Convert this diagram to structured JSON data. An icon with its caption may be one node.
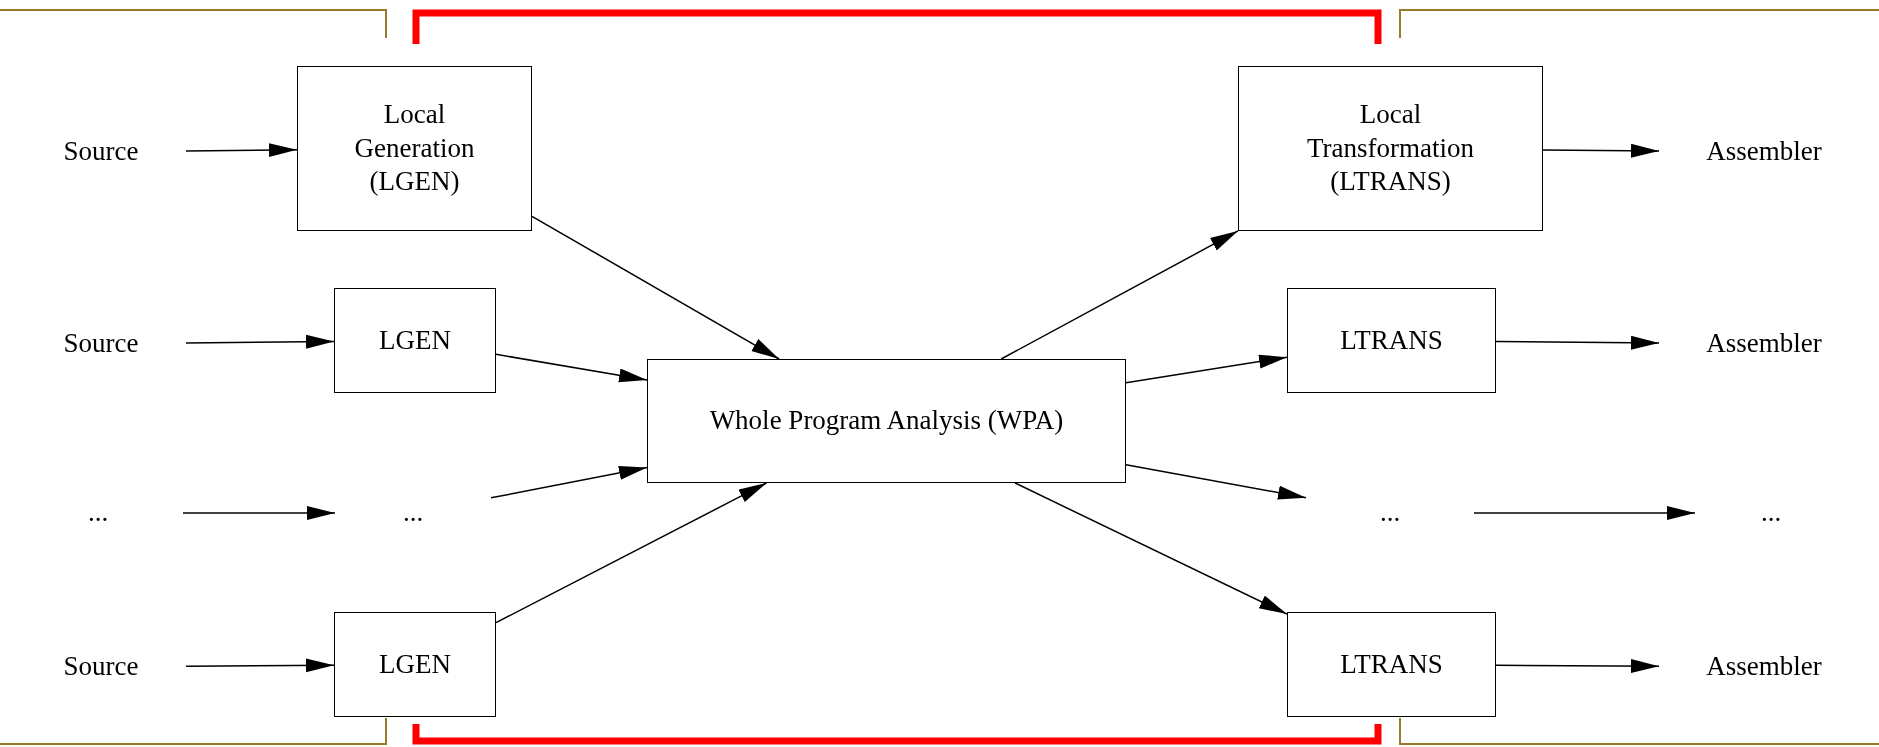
{
  "diagram": {
    "nodes": [
      {
        "text": [
          "Source"
        ]
      },
      {
        "text": [
          "Local Generation (LGEN)"
        ]
      },
      {
        "text": [
          "Local Transformation (LTRANS)"
        ]
      },
      {
        "text": [
          "Assembler"
        ]
      },
      {
        "text": [
          "Source"
        ]
      },
      {
        "text": [
          "LGEN"
        ]
      },
      {
        "text": [
          "Whole Program Analysis (WPA)"
        ]
      },
      {
        "text": [
          "LTRANS"
        ]
      },
      {
        "text": [
          "Assembler"
        ]
      },
      {
        "text": [
          "..."
        ]
      },
      {
        "text": [
          "..."
        ]
      },
      {
        "text": [
          "..."
        ]
      },
      {
        "text": [
          "..."
        ]
      },
      {
        "text": [
          "Source"
        ]
      },
      {
        "text": [
          "LGEN"
        ]
      },
      {
        "text": [
          "LTRANS"
        ]
      },
      {
        "text": [
          "Assembler"
        ]
      }
    ],
    "edges": [
      {
        "from": 0,
        "to": 1,
        "arrow": "to"
      },
      {
        "from": 1,
        "to": 6,
        "arrow": "to"
      },
      {
        "from": 6,
        "to": 2,
        "arrow": "to"
      },
      {
        "from": 2,
        "to": 3,
        "arrow": "to"
      },
      {
        "from": 4,
        "to": 5,
        "arrow": "to"
      },
      {
        "from": 5,
        "to": 6,
        "arrow": "to"
      },
      {
        "from": 6,
        "to": 7,
        "arrow": "to"
      },
      {
        "from": 7,
        "to": 8,
        "arrow": "to"
      },
      {
        "from": 9,
        "to": 10,
        "arrow": "to"
      },
      {
        "from": 10,
        "to": 6,
        "arrow": "to"
      },
      {
        "from": 6,
        "to": 11,
        "arrow": "to"
      },
      {
        "from": 11,
        "to": 12,
        "arrow": "to"
      },
      {
        "from": 13,
        "to": 14,
        "arrow": "to"
      },
      {
        "from": 14,
        "to": 6,
        "arrow": "to"
      },
      {
        "from": 6,
        "to": 15,
        "arrow": "to"
      },
      {
        "from": 15,
        "to": 16,
        "arrow": "to"
      }
    ]
  }
}
